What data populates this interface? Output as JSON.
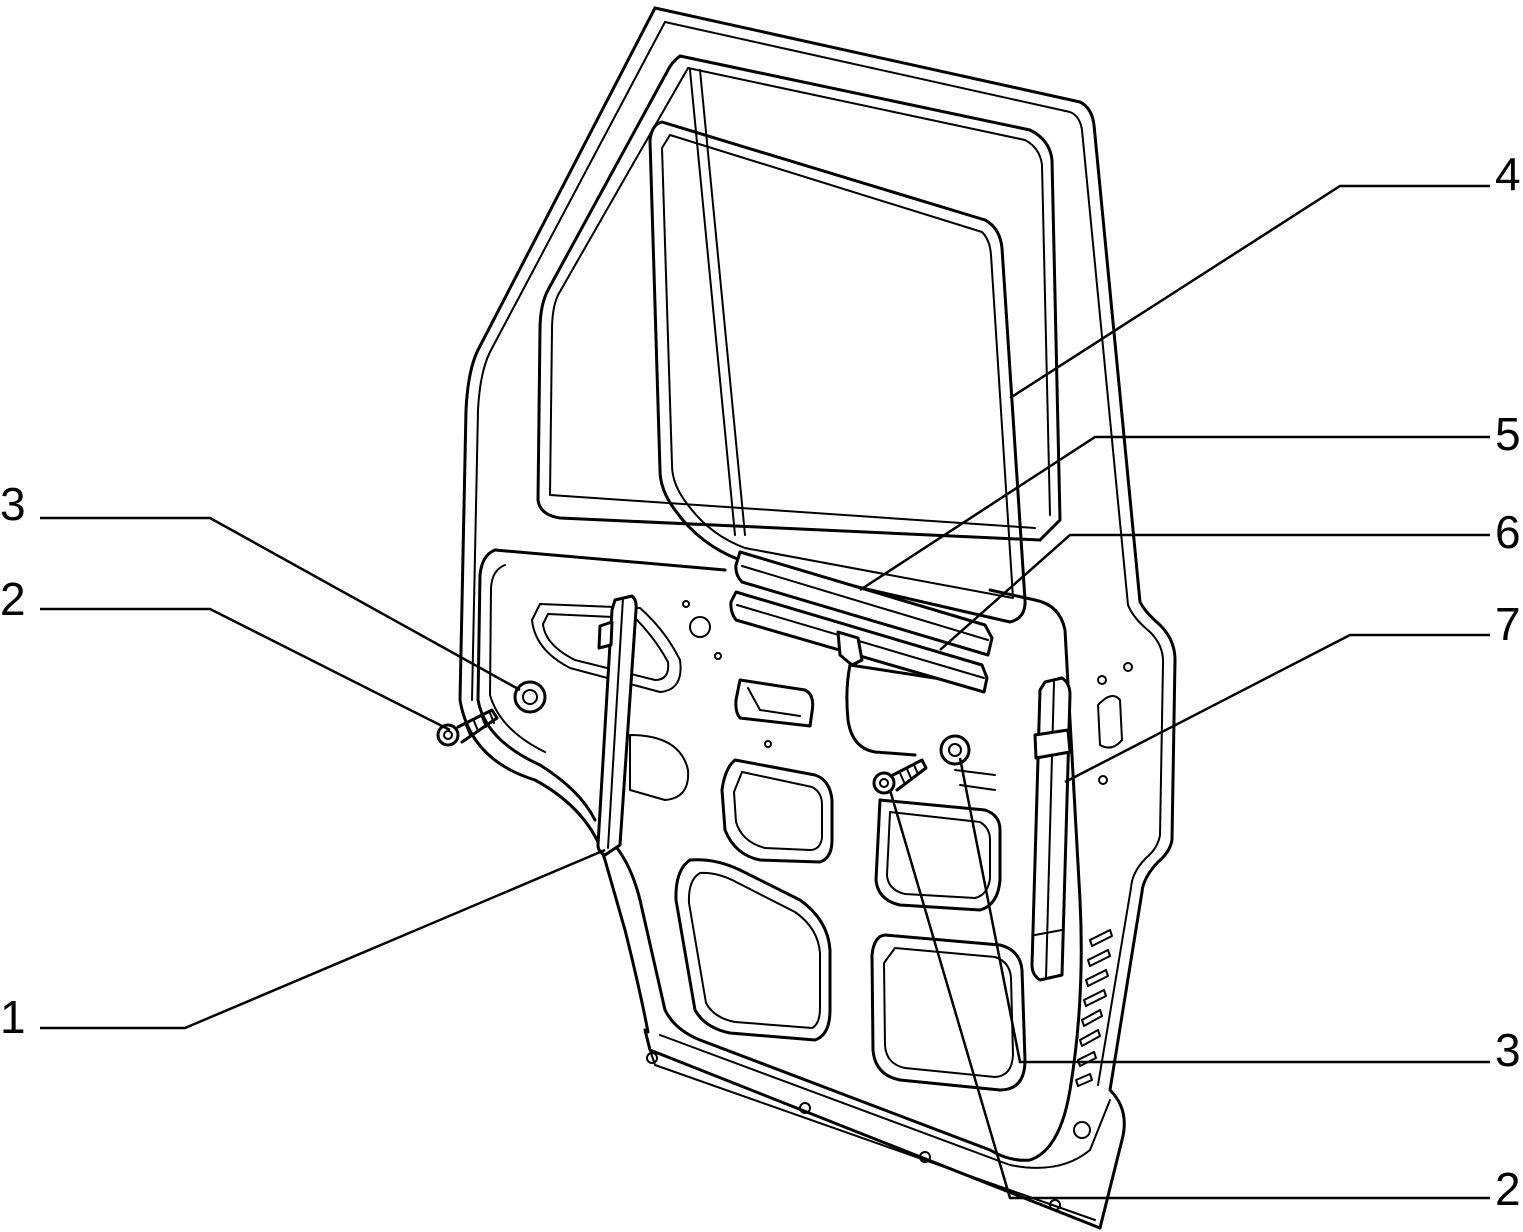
{
  "callouts": {
    "part_4": "4",
    "part_5": "5",
    "part_6": "6",
    "part_7": "7",
    "part_3_left": "3",
    "part_2_left": "2",
    "part_1": "1",
    "part_3_right": "3",
    "part_2_right": "2"
  }
}
